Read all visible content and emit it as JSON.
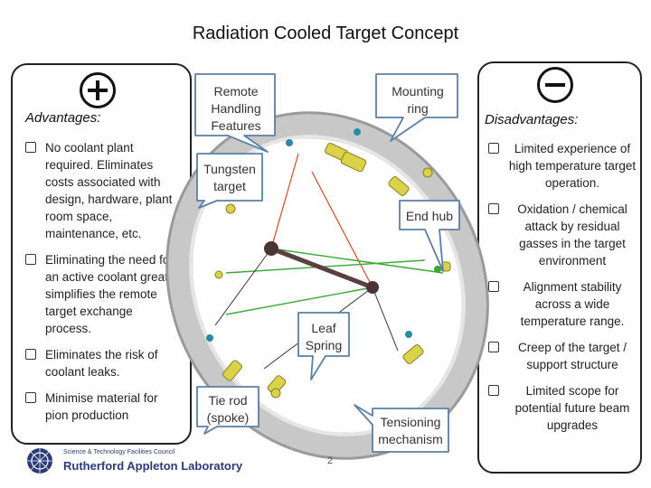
{
  "title": "Radiation Cooled Target Concept",
  "advantages": {
    "heading": "Advantages:",
    "sign": "plus",
    "items": [
      "No coolant plant required. Eliminates costs associated with design, hardware, plant room space, maintenance, etc.",
      "Eliminating the need for an active coolant greatly simplifies the remote target exchange process.",
      "Eliminates the risk of coolant leaks.",
      "Minimise material for pion production"
    ]
  },
  "disadvantages": {
    "heading": "Disadvantages:",
    "sign": "minus",
    "items": [
      "Limited experience of high temperature target operation.",
      "Oxidation / chemical attack by residual gasses in the target environment",
      "Alignment stability across a wide temperature range.",
      "Creep of the target / support structure",
      "Limited scope for potential future beam upgrades"
    ]
  },
  "callouts": {
    "remote_handling": "Remote Handling Features",
    "mounting_ring": "Mounting ring",
    "tungsten_target": "Tungsten target",
    "end_hub": "End hub",
    "leaf_spring": "Leaf Spring",
    "tie_rod": "Tie rod (spoke)",
    "tensioning": "Tensioning mechanism"
  },
  "logo": {
    "line1": "Science & Technology Facilities Council",
    "line2": "Rutherford Appleton Laboratory"
  },
  "page_number": "2",
  "colors": {
    "panel_border": "#222222",
    "callout_border": "#5b7fa6",
    "ring": "#bfbfbf",
    "bolt": "#d9d24a",
    "spoke": "#3aaa35",
    "logo": "#2a3b78"
  }
}
